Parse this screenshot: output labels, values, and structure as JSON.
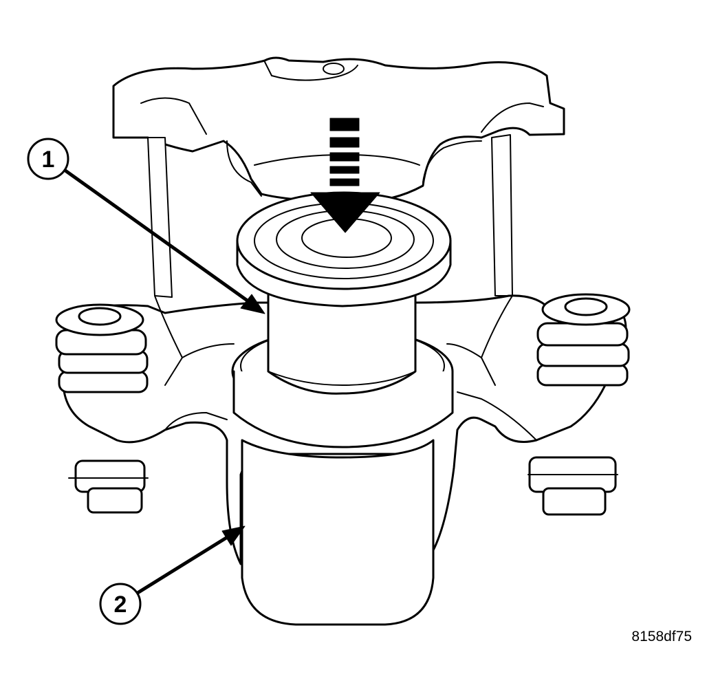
{
  "figure": {
    "id_label": "8158df75",
    "line_color": "#000000",
    "fill_color": "#ffffff",
    "press_arrow_direction": "down"
  },
  "callouts": [
    {
      "number": "1",
      "target": "tool-cup"
    },
    {
      "number": "2",
      "target": "receiver-cylinder"
    }
  ]
}
